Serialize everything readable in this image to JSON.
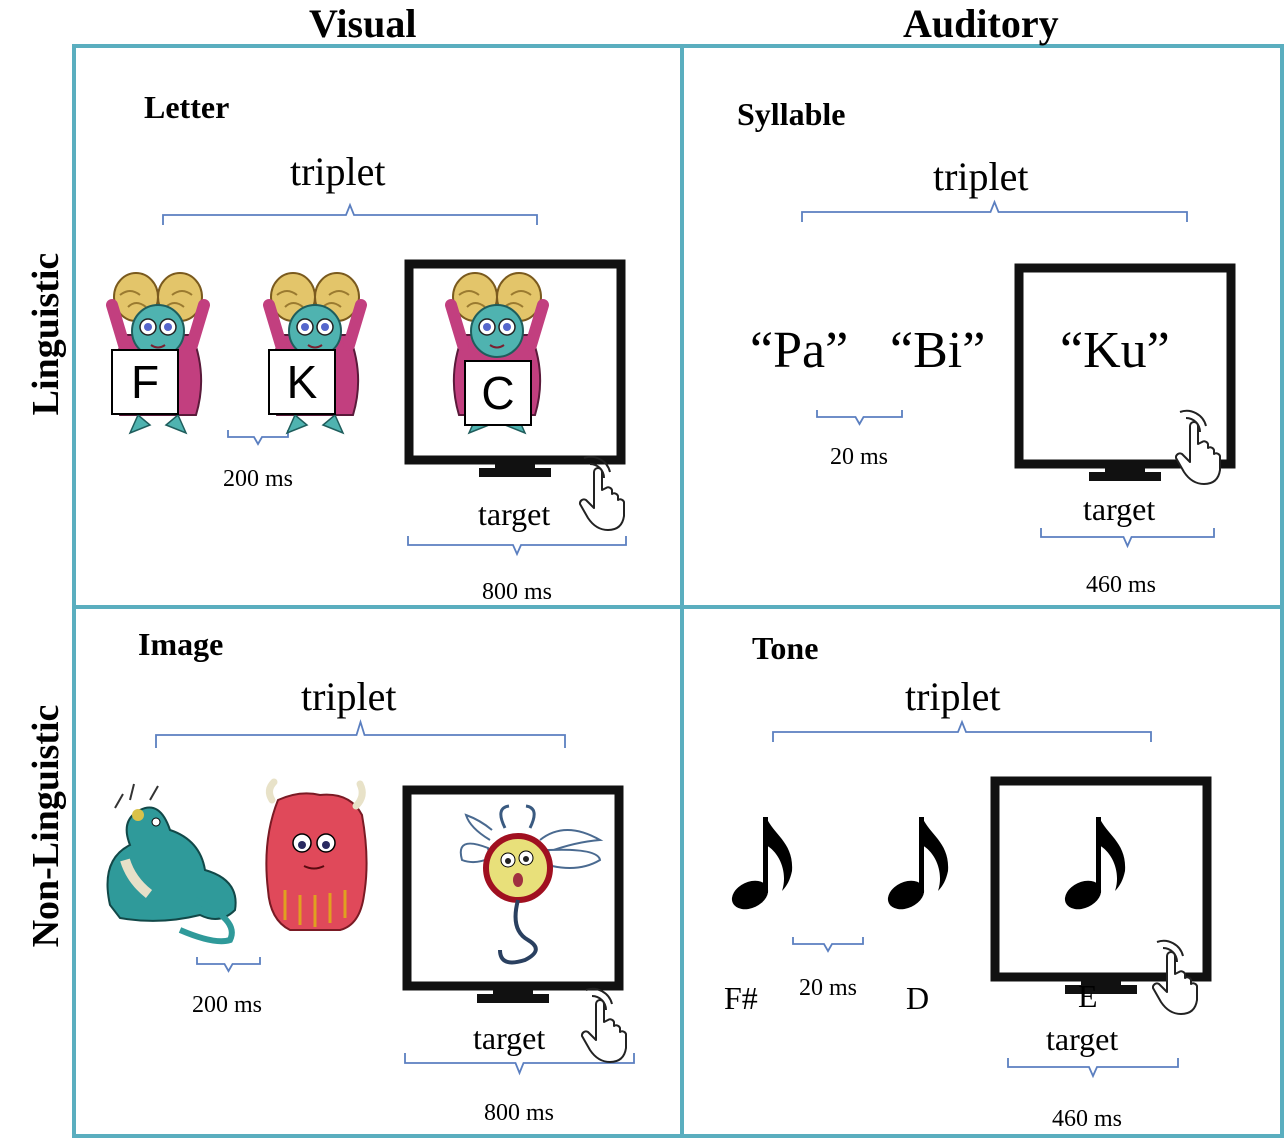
{
  "columns": {
    "visual": "Visual",
    "auditory": "Auditory"
  },
  "rows": {
    "linguistic": "Linguistic",
    "non_linguistic": "Non-Linguistic"
  },
  "panels": {
    "letter": {
      "title": "Letter",
      "triplet": "triplet",
      "letters": [
        "F",
        "K",
        "C"
      ],
      "gap": "200 ms",
      "target": "target",
      "duration": "800 ms"
    },
    "syllable": {
      "title": "Syllable",
      "triplet": "triplet",
      "syllables": [
        "“Pa”",
        "“Bi”",
        "“Ku”"
      ],
      "gap": "20 ms",
      "target": "target",
      "duration": "460 ms"
    },
    "image": {
      "title": "Image",
      "triplet": "triplet",
      "gap": "200 ms",
      "target": "target",
      "duration": "800 ms"
    },
    "tone": {
      "title": "Tone",
      "triplet": "triplet",
      "notes": [
        "F#",
        "D",
        "E"
      ],
      "gap": "20 ms",
      "target": "target",
      "duration": "460 ms"
    }
  },
  "colors": {
    "frame": "#5aaebf",
    "brace": "#5b7fc0",
    "monitor": "#111111"
  },
  "icons": [
    "creature-girl-icon",
    "dragon-creature-icon",
    "furry-monster-icon",
    "winged-creature-icon",
    "music-note-icon",
    "touch-hand-icon",
    "monitor-icon"
  ]
}
